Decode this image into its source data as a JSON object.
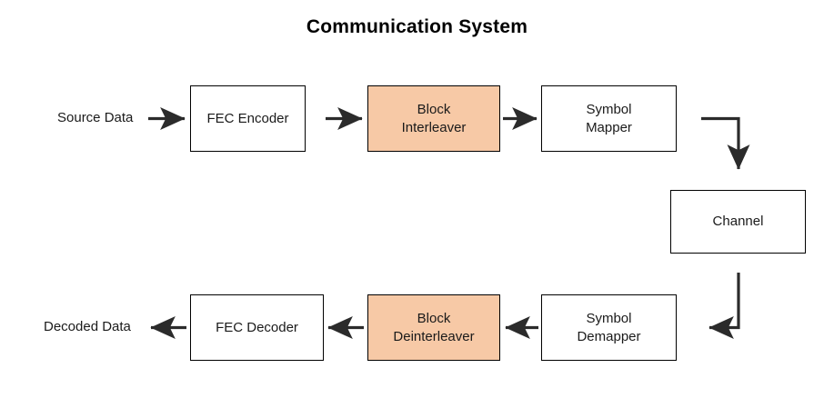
{
  "diagram": {
    "title": "Communication System",
    "colors": {
      "highlight_fill": "#f7c9a6",
      "box_stroke": "#000000",
      "arrow": "#2b2b2b",
      "background": "#ffffff",
      "text": "#1a1a1a"
    },
    "labels": {
      "source": "Source Data",
      "decoded": "Decoded Data"
    },
    "transmit_chain": [
      {
        "id": "fec-encoder",
        "line1": "FEC Encoder",
        "line2": "",
        "highlighted": false
      },
      {
        "id": "block-interleaver",
        "line1": "Block",
        "line2": "Interleaver",
        "highlighted": true
      },
      {
        "id": "symbol-mapper",
        "line1": "Symbol",
        "line2": "Mapper",
        "highlighted": false
      }
    ],
    "medium": {
      "id": "channel",
      "line1": "Channel",
      "line2": "",
      "highlighted": false
    },
    "receive_chain": [
      {
        "id": "symbol-demapper",
        "line1": "Symbol",
        "line2": "Demapper",
        "highlighted": false
      },
      {
        "id": "block-deinterleaver",
        "line1": "Block",
        "line2": "Deinterleaver",
        "highlighted": true
      },
      {
        "id": "fec-decoder",
        "line1": "FEC Decoder",
        "line2": "",
        "highlighted": false
      }
    ],
    "connections": [
      {
        "id": "source-to-encoder",
        "kind": "straight",
        "direction": "right"
      },
      {
        "id": "encoder-to-interleaver",
        "kind": "straight",
        "direction": "right"
      },
      {
        "id": "interleaver-to-mapper",
        "kind": "straight",
        "direction": "right"
      },
      {
        "id": "mapper-to-channel",
        "kind": "elbow",
        "direction": "down"
      },
      {
        "id": "channel-to-demapper",
        "kind": "elbow",
        "direction": "left"
      },
      {
        "id": "demapper-to-deinterleaver",
        "kind": "straight",
        "direction": "left"
      },
      {
        "id": "deinterleaver-to-decoder",
        "kind": "straight",
        "direction": "left"
      },
      {
        "id": "decoder-to-decoded",
        "kind": "straight",
        "direction": "left"
      }
    ]
  }
}
